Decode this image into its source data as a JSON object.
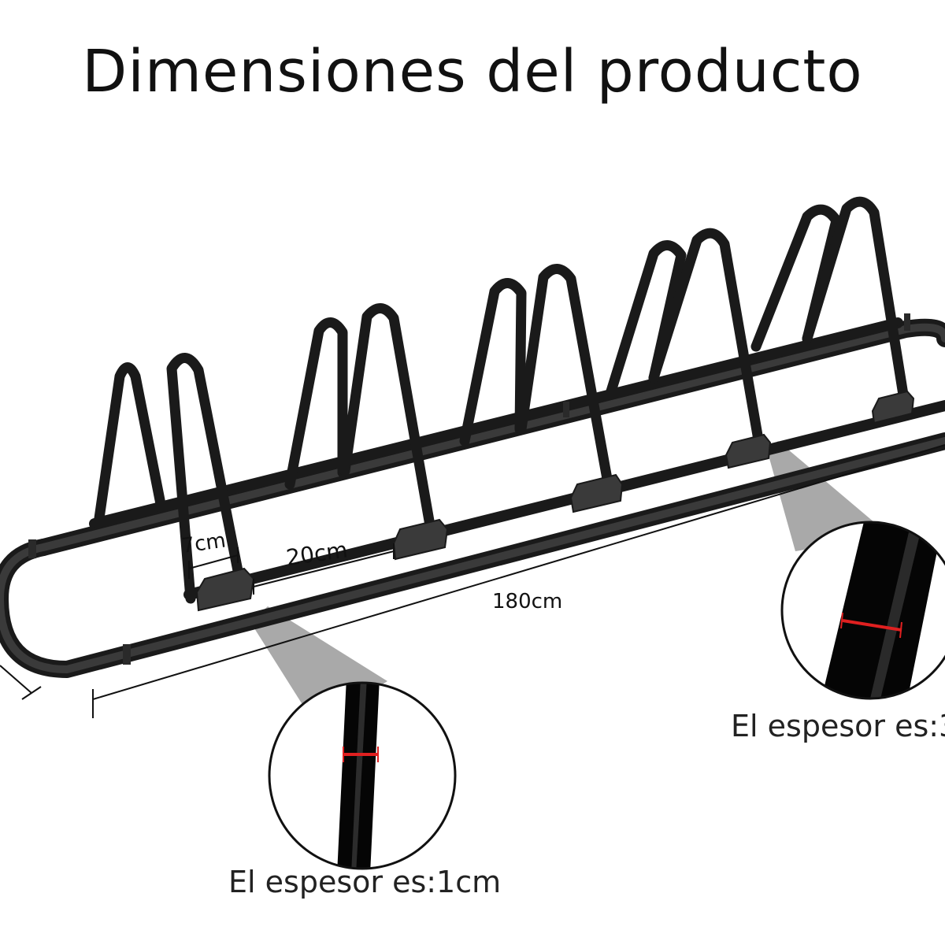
{
  "title": "Dimensiones del producto",
  "dimensions": {
    "slot_width": "7cm",
    "slot_gap": "20cm",
    "total_length": "180cm"
  },
  "captions": {
    "left": "El espesor es:1cm",
    "right": "El espesor es:3"
  },
  "colors": {
    "frame": "#1a1a1a",
    "measure_mark": "#e02020",
    "callout_cone": "#9a9a9a"
  }
}
